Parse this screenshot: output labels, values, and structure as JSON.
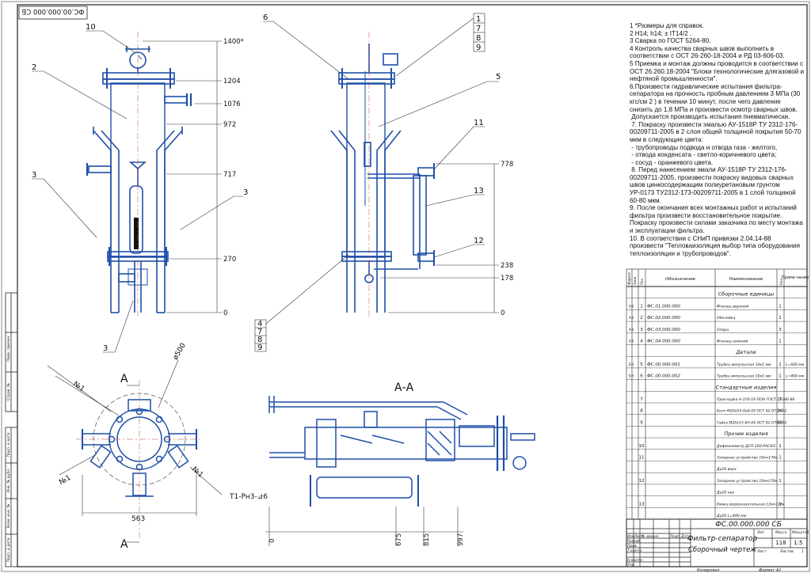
{
  "stamp_code": "ФС.00.000.000 СБ",
  "stamp_code_rotated": "ФС.00.000.000 СБ",
  "title": "Фильтр-сепаратор",
  "subtitle": "Сборочный чертеж",
  "mass": "118",
  "scale": "1:5",
  "sheet_label": "Лист",
  "sheets_label": "Листов",
  "sheets_count": "1",
  "format": "Формат  А1",
  "copied": "Копировал",
  "section_label": "А-А",
  "view_a": "А",
  "weld_note": "Т1-Рн3-⊿6",
  "dim_overall_width": "563",
  "dim_diameter": "ø500",
  "n1": "№1",
  "elevations_front": [
    "1400*",
    "1204",
    "1076",
    "972",
    "717",
    "270",
    "0"
  ],
  "elevations_side": [
    "778",
    "238",
    "178",
    "0"
  ],
  "section_dims": [
    "0",
    "675",
    "815",
    "997"
  ],
  "callouts_front": [
    "10",
    "2",
    "3",
    "3",
    "3",
    "6"
  ],
  "callouts_side": [
    "1",
    "7",
    "8",
    "9",
    "5",
    "11",
    "13",
    "12",
    "4",
    "7",
    "8",
    "9"
  ],
  "notes": [
    "1 *Размеры для справок.",
    "2 H14; h14; ± IT14/2 .",
    "3 Сварка по ГОСТ 5264-80.",
    "4 Контроль качества сварных швов выполнить в соответствии с ОСТ 26-260-18-2004 и РД 03-606-03.",
    "5 Приемка и монтаж должны проводится в соответствии с ОСТ 26.260.18-2004 \"Блоки технологические длягазовой и нефтяной промышленности\".",
    "6.Произвести гидравлические испытания фильтра-сепаратора на прочность пробным давлением 3 МПа (30 кгс/см 2 ) в течении 10 минут, после чего давление снизить до 1,8 МПа и произвести осмотр сварных швов.",
    " Допускается производить испытания пневматически.",
    " 7. Покраску произвести эмалью АУ-1518Р ТУ 2312-176-00209711-2005 в 2 слоя общей толщиной покрытия 50-70 мкм в следующие цвета:",
    " - трубопроводы подвода и отвода газа - желтого,",
    " - отвода конденсата - светло-коричневого цвета;",
    " - сосуд - оранжевого цвета.",
    " 8. Перед нанесением эмали АУ-1518Р ТУ 2312-176-00209711-2005, произвести покраску видовых сварных швов цинкосодержащим полиуретановым грунтом УР-0173 ТУ2312-173-00209711-2005 в 1 слой толщиной 60-80 мкм.",
    "9. После окончания всех монтажных работ и испытаний фильтра произвести восстановительное покрытие. Покраску произвести силами заказчика по месту монтажа и эксплуатации фильтра.",
    "10. В соответствии с СНиП привязки 2.04.14-88 произвести \"Тепловаизоляция выбор типа оборудования теплоизоляции и трубопроводов\"."
  ],
  "spec": {
    "headers": [
      "Формат",
      "Зона",
      "Поз.",
      "Обозначение",
      "Наименование",
      "Кол.",
      "Приме-чание"
    ],
    "rows": [
      {
        "section": "Сборочные единицы"
      },
      {
        "fmt": "А3",
        "pos": "1",
        "code": "ФС.01.000.000",
        "name": "Фланец верхний",
        "qty": "1",
        "note": ""
      },
      {
        "fmt": "А3",
        "pos": "2",
        "code": "ФС.02.000.000",
        "name": "Обечайка",
        "qty": "1",
        "note": ""
      },
      {
        "fmt": "А3",
        "pos": "3",
        "code": "ФС.03.000.000",
        "name": "Опора",
        "qty": "3",
        "note": ""
      },
      {
        "fmt": "А3",
        "pos": "4",
        "code": "ФС.04.000.000",
        "name": "Фланец нижний",
        "qty": "1",
        "note": ""
      },
      {
        "section": "Детали"
      },
      {
        "fmt": "БЧ",
        "pos": "5",
        "code": "ФС.00.000.001",
        "name": "Трубка импульсная 10х1 мм",
        "qty": "1",
        "note": "L=600 мм"
      },
      {
        "fmt": "БЧ",
        "pos": "6",
        "code": "ФС.00.000.002",
        "name": "Трубка импульсная 10х1 мм",
        "qty": "1",
        "note": "L=400 мм"
      },
      {
        "section": "Стандартные изделия"
      },
      {
        "fmt": "",
        "pos": "7",
        "code": "",
        "name": "Прокладка А-150-16-ПОН ГОСТ 15180-86",
        "qty": "2",
        "note": ""
      },
      {
        "fmt": "",
        "pos": "8",
        "code": "",
        "name": "Болт М20х55-6е6.05 ОСТ 92-0716-72",
        "qty": "16",
        "note": ""
      },
      {
        "fmt": "",
        "pos": "9",
        "code": "",
        "name": "Гайка М20х15-6Н.09 ОСТ 92-0742-72",
        "qty": "16",
        "note": ""
      },
      {
        "section": "Прочие изделия"
      },
      {
        "fmt": "",
        "pos": "10",
        "code": "",
        "name": "Дифманометр ДСП-160-РАСКО",
        "qty": "1",
        "note": ""
      },
      {
        "fmt": "",
        "pos": "11",
        "code": "",
        "name": "Запорное устройство 10мч17бк",
        "qty": "1",
        "note": ""
      },
      {
        "fmt": "",
        "pos": "",
        "code": "",
        "name": "Ду20 верх",
        "qty": "",
        "note": ""
      },
      {
        "fmt": "",
        "pos": "12",
        "code": "",
        "name": "Запорное устройство 10мч17бк",
        "qty": "1",
        "note": ""
      },
      {
        "fmt": "",
        "pos": "",
        "code": "",
        "name": "Ду20 низ",
        "qty": "",
        "note": ""
      },
      {
        "fmt": "",
        "pos": "13",
        "code": "",
        "name": "Рамка водоуказательная 12мч11бк",
        "qty": "1",
        "note": ""
      },
      {
        "fmt": "",
        "pos": "",
        "code": "",
        "name": "Ду20 L=490 мм",
        "qty": "",
        "note": ""
      }
    ]
  },
  "title_block_labels": [
    "Изм",
    "Лист",
    "№ докум.",
    "Подп.",
    "Дата",
    "Разраб.",
    "Пров.",
    "Т.контр.",
    "Н.контр.",
    "Утв.",
    "Лит.",
    "Масса",
    "Масштаб"
  ],
  "left_strip": [
    "Перв. примен.",
    "Справ. №",
    "Подп. и дата",
    "Инв. № дубл.",
    "Взам. инв. №",
    "Подп. и дата",
    "Инв. № подл."
  ],
  "colors": {
    "line": "#1e4fa8",
    "frame": "#222222",
    "dim": "#333333"
  }
}
